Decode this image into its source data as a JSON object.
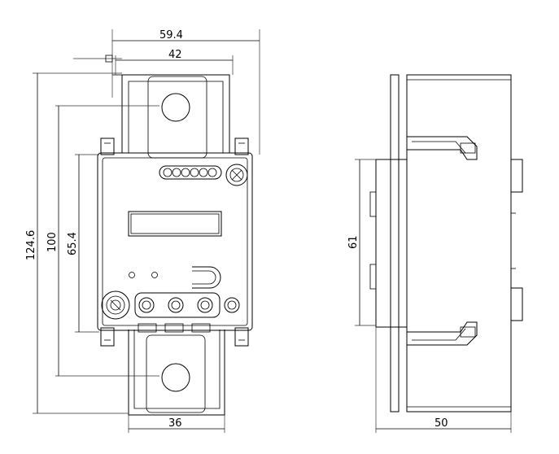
{
  "dimensions": {
    "front_width_overall": "59.4",
    "front_width_top": "42",
    "front_width_bottom": "36",
    "front_height_overall": "124.6",
    "front_height_holes": "100",
    "front_height_body": "65.4",
    "side_height": "61",
    "side_width": "50"
  },
  "colors": {
    "line": "#000000",
    "background": "#ffffff"
  }
}
